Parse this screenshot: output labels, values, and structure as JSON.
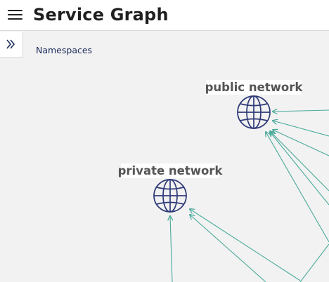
{
  "header": {
    "title": "Service Graph",
    "menu_icon": "hamburger-menu-icon"
  },
  "sidebar": {
    "toggle_icon": "double-chevron-right-icon"
  },
  "breadcrumb": {
    "namespaces_label": "Namespaces"
  },
  "graph": {
    "nodes": [
      {
        "id": "public",
        "label": "public network",
        "icon": "globe-icon"
      },
      {
        "id": "private",
        "label": "private network",
        "icon": "globe-icon"
      }
    ],
    "colors": {
      "edge": "#4aaa9a",
      "globe": "#2f3a78",
      "label_bg": "#ffffff"
    }
  }
}
